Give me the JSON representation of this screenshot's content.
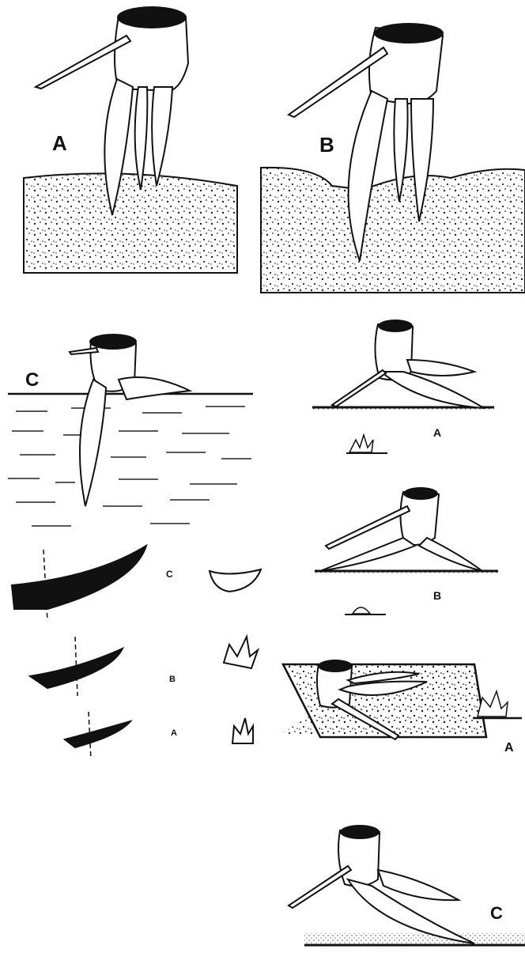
{
  "figure": {
    "panels": {
      "top_left": {
        "label": "A"
      },
      "top_right": {
        "label": "B"
      },
      "mid_left": {
        "label": "C"
      },
      "right_1": {
        "label": "A"
      },
      "right_2": {
        "label": "B"
      },
      "right_3": {
        "label": "A"
      },
      "right_4": {
        "label": "C"
      },
      "small_c": {
        "label": "C"
      },
      "small_b": {
        "label": "B"
      },
      "small_a": {
        "label": "A"
      }
    },
    "colors": {
      "ink": "#111111",
      "paper": "#ffffff",
      "soil_dot": "#222222"
    }
  }
}
